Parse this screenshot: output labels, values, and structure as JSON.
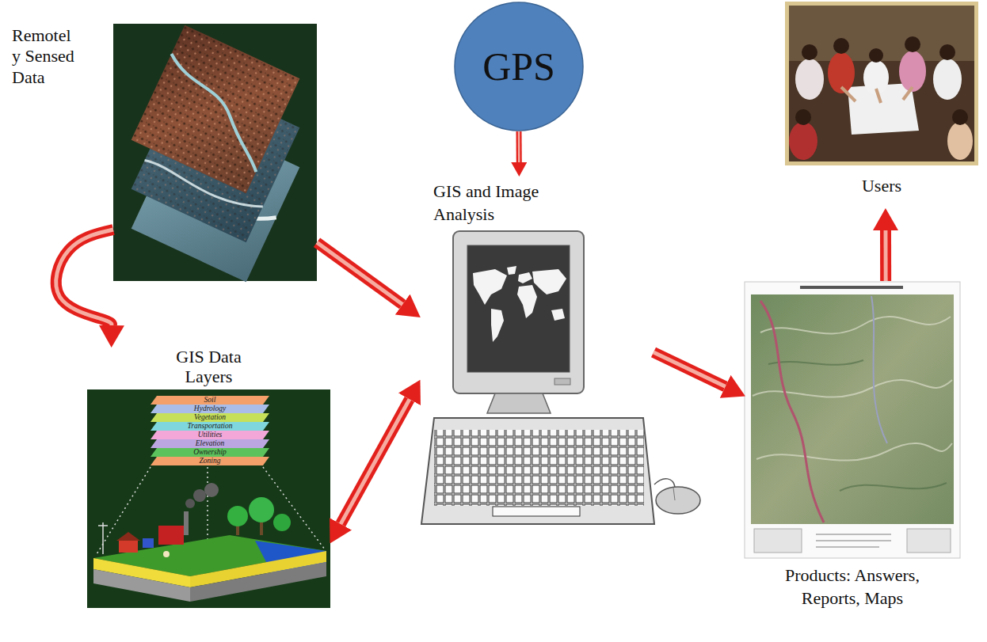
{
  "diagram": {
    "nodes": [
      {
        "text": [
          "Remotel y Sensed Data"
        ]
      },
      {
        "text": [
          "GPS"
        ]
      },
      {
        "text": [
          "Users"
        ]
      },
      {
        "text": [
          "GIS Data Layers"
        ]
      },
      {
        "text": [
          "GIS and Image Analysis"
        ]
      },
      {
        "text": [
          "Products: Answers, Reports, Maps"
        ]
      }
    ],
    "edges": [
      {
        "from": 0,
        "to": 3,
        "arrow": "to"
      },
      {
        "from": 0,
        "to": 4,
        "arrow": "to"
      },
      {
        "from": 1,
        "to": 4,
        "arrow": "to"
      },
      {
        "from": 3,
        "to": 4,
        "arrow": "both"
      },
      {
        "from": 4,
        "to": 5,
        "arrow": "to"
      },
      {
        "from": 5,
        "to": 2,
        "arrow": "to"
      }
    ],
    "labels": [
      "Soil",
      "Hydrology",
      "Vegetation",
      "Transportation",
      "Utilities",
      "Elevation",
      "Ownership",
      "Zoning"
    ]
  }
}
